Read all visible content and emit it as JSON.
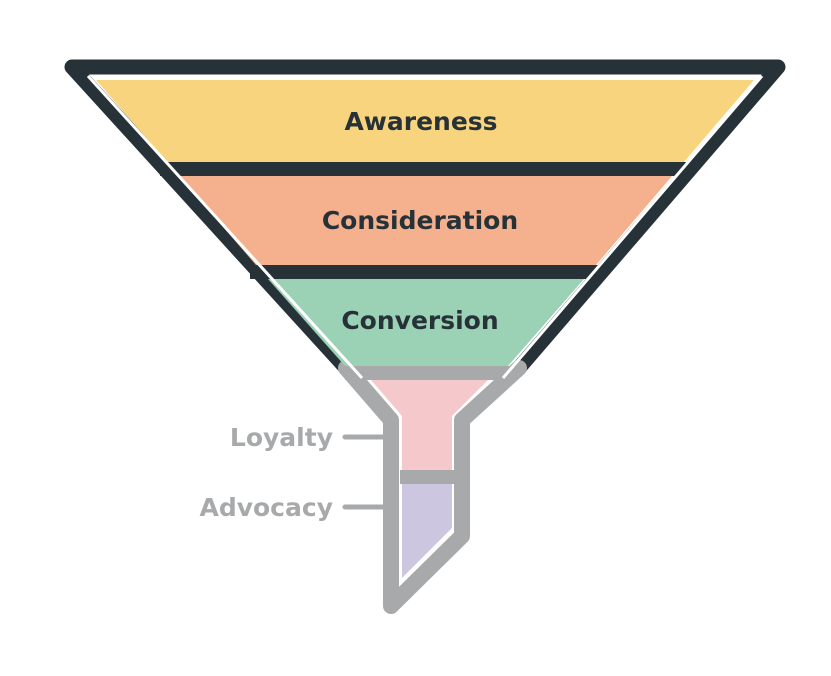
{
  "diagram": {
    "type": "funnel",
    "stages": [
      {
        "label": "Awareness",
        "fill": "#f9d47e",
        "group": "primary"
      },
      {
        "label": "Consideration",
        "fill": "#f5b08d",
        "group": "primary"
      },
      {
        "label": "Conversion",
        "fill": "#9bd1b5",
        "group": "primary"
      },
      {
        "label": "Loyalty",
        "fill": "#f5c8cb",
        "group": "secondary"
      },
      {
        "label": "Advocacy",
        "fill": "#cdc6e0",
        "group": "secondary"
      }
    ],
    "colors": {
      "primary_outline": "#263238",
      "secondary_outline": "#a7a9ab",
      "primary_text": "#263238",
      "secondary_text": "#a7a9ab"
    }
  }
}
